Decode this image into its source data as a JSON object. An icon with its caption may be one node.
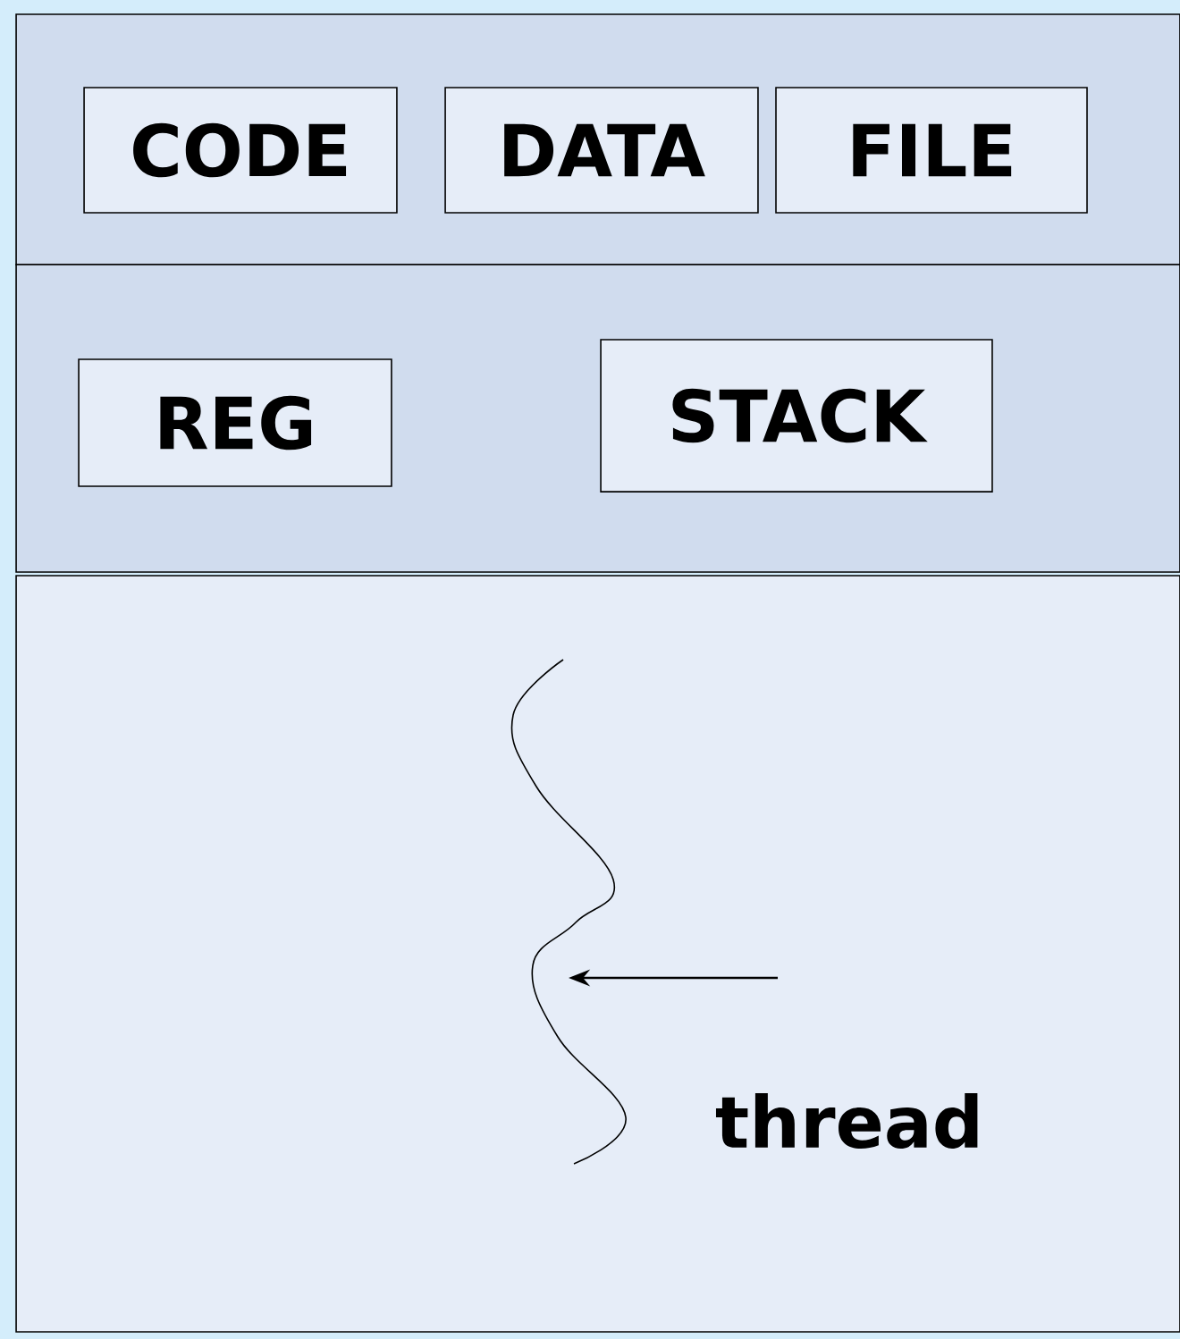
{
  "diagram": {
    "nodes": [
      {
        "text": [],
        "shape": "box"
      },
      {
        "text": [
          "CODE"
        ],
        "in": 0
      },
      {
        "text": [
          "DATA"
        ],
        "in": 0
      },
      {
        "text": [
          "FILE"
        ],
        "in": 0
      },
      {
        "text": [],
        "shape": "box"
      },
      {
        "text": [
          "REG"
        ],
        "in": 4
      },
      {
        "text": [
          "STACK"
        ],
        "in": 4
      },
      {
        "text": [],
        "shape": "box"
      },
      {
        "text": [],
        "shape": "curve",
        "in": 7
      }
    ],
    "edges": [
      {
        "from": null,
        "to": 8,
        "arrow": "to"
      }
    ],
    "labels": [
      "thread"
    ]
  }
}
